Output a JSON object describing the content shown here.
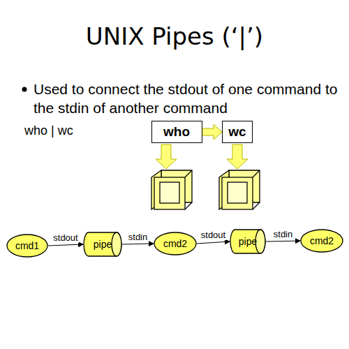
{
  "diagram": {
    "title": "UNIX Pipes (‘|’)",
    "nodes": [
      {
        "text": [
          "who"
        ]
      },
      {
        "text": [
          "wc"
        ]
      },
      {
        "text": [
          "cmd1"
        ]
      },
      {
        "text": [
          "pipe"
        ]
      },
      {
        "text": [
          "cmd2"
        ]
      },
      {
        "text": [
          "pipe"
        ]
      },
      {
        "text": [
          "cmd2"
        ]
      }
    ],
    "edges": [
      {
        "from": 0,
        "to": 1,
        "arrow": "to"
      },
      {
        "from": 2,
        "to": 3,
        "label": "stdout",
        "arrow": "to"
      },
      {
        "from": 3,
        "to": 4,
        "label": "stdin",
        "arrow": "to"
      },
      {
        "from": 4,
        "to": 5,
        "label": "stdout",
        "arrow": "to"
      },
      {
        "from": 5,
        "to": 6,
        "label": "stdin",
        "arrow": "to"
      }
    ],
    "labels": [
      "Used to connect the stdout of one command to the stdin of another command",
      "who | wc"
    ]
  }
}
